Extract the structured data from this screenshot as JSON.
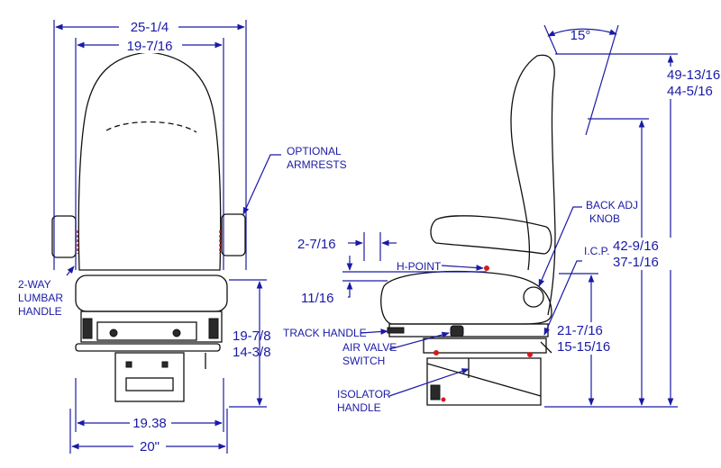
{
  "front_view": {
    "overall_width": "25-1/4",
    "back_width": "19-7/16",
    "seat_height_high": "19-7/8",
    "seat_height_low": "14-3/8",
    "base_width": "19.38",
    "cushion_width": "20\""
  },
  "side_view": {
    "recline_angle": "15°",
    "height_high": "49-13/16",
    "height_low": "44-5/16",
    "icp_height_high": "42-9/16",
    "icp_height_low": "37-1/16",
    "h_point_height_high": "21-7/16",
    "h_point_height_low": "15-15/16",
    "h_point_horizontal": "2-7/16",
    "h_point_vertical": "11/16"
  },
  "labels": {
    "optional_armrests": [
      "OPTIONAL",
      "ARMRESTS"
    ],
    "lumbar_handle": [
      "2-WAY",
      "LUMBAR",
      "HANDLE"
    ],
    "back_adj_knob": [
      "BACK ADJ",
      "KNOB"
    ],
    "icp": "I.C.P.",
    "h_point": "H-POINT",
    "track_handle": "TRACK HANDLE",
    "air_valve_switch": [
      "AIR VALVE",
      "SWITCH"
    ],
    "isolator_handle": [
      "ISOLATOR",
      "HANDLE"
    ]
  },
  "colors": {
    "dimension": "#1a1aa6",
    "outline": "#111111",
    "marker": "#d11b1b"
  }
}
